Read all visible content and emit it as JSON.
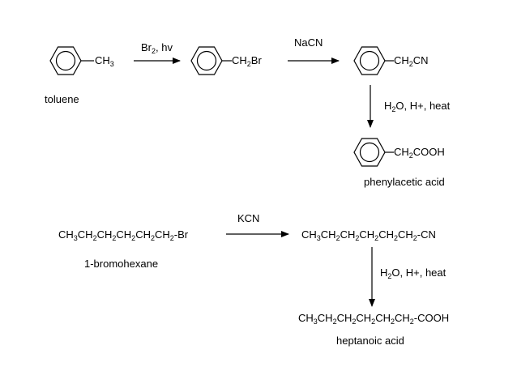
{
  "reaction1": {
    "start_group": [
      "CH",
      "3"
    ],
    "start_name": "toluene",
    "step1_reagent": [
      "Br",
      "2",
      ", hv"
    ],
    "intermediate1_group": [
      "CH",
      "2",
      "Br"
    ],
    "step2_reagent": "NaCN",
    "intermediate2_group": [
      "CH",
      "2",
      "CN"
    ],
    "step3_reagent": [
      "H",
      "2",
      "O, H+, heat"
    ],
    "product_group": [
      "CH",
      "2",
      "COOH"
    ],
    "product_name": "phenylacetic acid"
  },
  "reaction2": {
    "start_formula": [
      "CH",
      "3",
      "CH",
      "2",
      "CH",
      "2",
      "CH",
      "2",
      "CH",
      "2",
      "CH",
      "2",
      "-Br"
    ],
    "start_name": "1-bromohexane",
    "step1_reagent": "KCN",
    "intermediate_formula": [
      "CH",
      "3",
      "CH",
      "2",
      "CH",
      "2",
      "CH",
      "2",
      "CH",
      "2",
      "CH",
      "2",
      "-CN"
    ],
    "step2_reagent": [
      "H",
      "2",
      "O, H+, heat"
    ],
    "product_formula": [
      "CH",
      "3",
      "CH",
      "2",
      "CH",
      "2",
      "CH",
      "2",
      "CH",
      "2",
      "CH",
      "2",
      "-COOH"
    ],
    "product_name": "heptanoic acid"
  }
}
